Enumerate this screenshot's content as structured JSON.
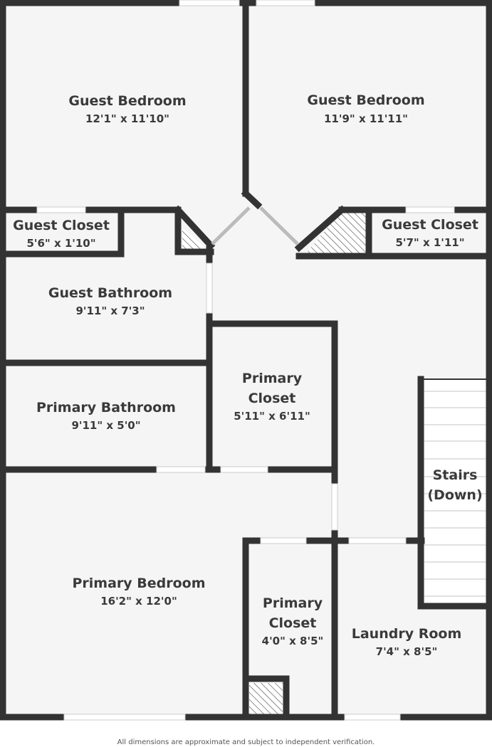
{
  "rooms": [
    {
      "name": "Guest Bedroom",
      "dims": "12'1\" x 11'10\""
    },
    {
      "name": "Guest Bedroom",
      "dims": "11'9\" x 11'11\""
    },
    {
      "name": "Guest Closet",
      "dims": "5'6\" x 1'10\""
    },
    {
      "name": "Guest Closet",
      "dims": "5'7\" x 1'11\""
    },
    {
      "name": "Guest Bathroom",
      "dims": "9'11\" x 7'3\""
    },
    {
      "name_lines": [
        "Primary",
        "Closet"
      ],
      "dims": "5'11\" x 6'11\""
    },
    {
      "name": "Primary Bathroom",
      "dims": "9'11\" x 5'0\""
    },
    {
      "name_lines": [
        "Stairs",
        "(Down)"
      ]
    },
    {
      "name": "Primary Bedroom",
      "dims": "16'2\" x 12'0\""
    },
    {
      "name_lines": [
        "Primary",
        "Closet"
      ],
      "dims": "4'0\" x 8'5\""
    },
    {
      "name": "Laundry Room",
      "dims": "7'4\" x 8'5\""
    }
  ],
  "footer": {
    "disclaimer": "All dimensions are approximate and subject to independent verification."
  },
  "colors": {
    "wall": "#333333",
    "floor": "#f5f5f5",
    "opening": "#ffffff",
    "text": "#3a3a3a"
  }
}
